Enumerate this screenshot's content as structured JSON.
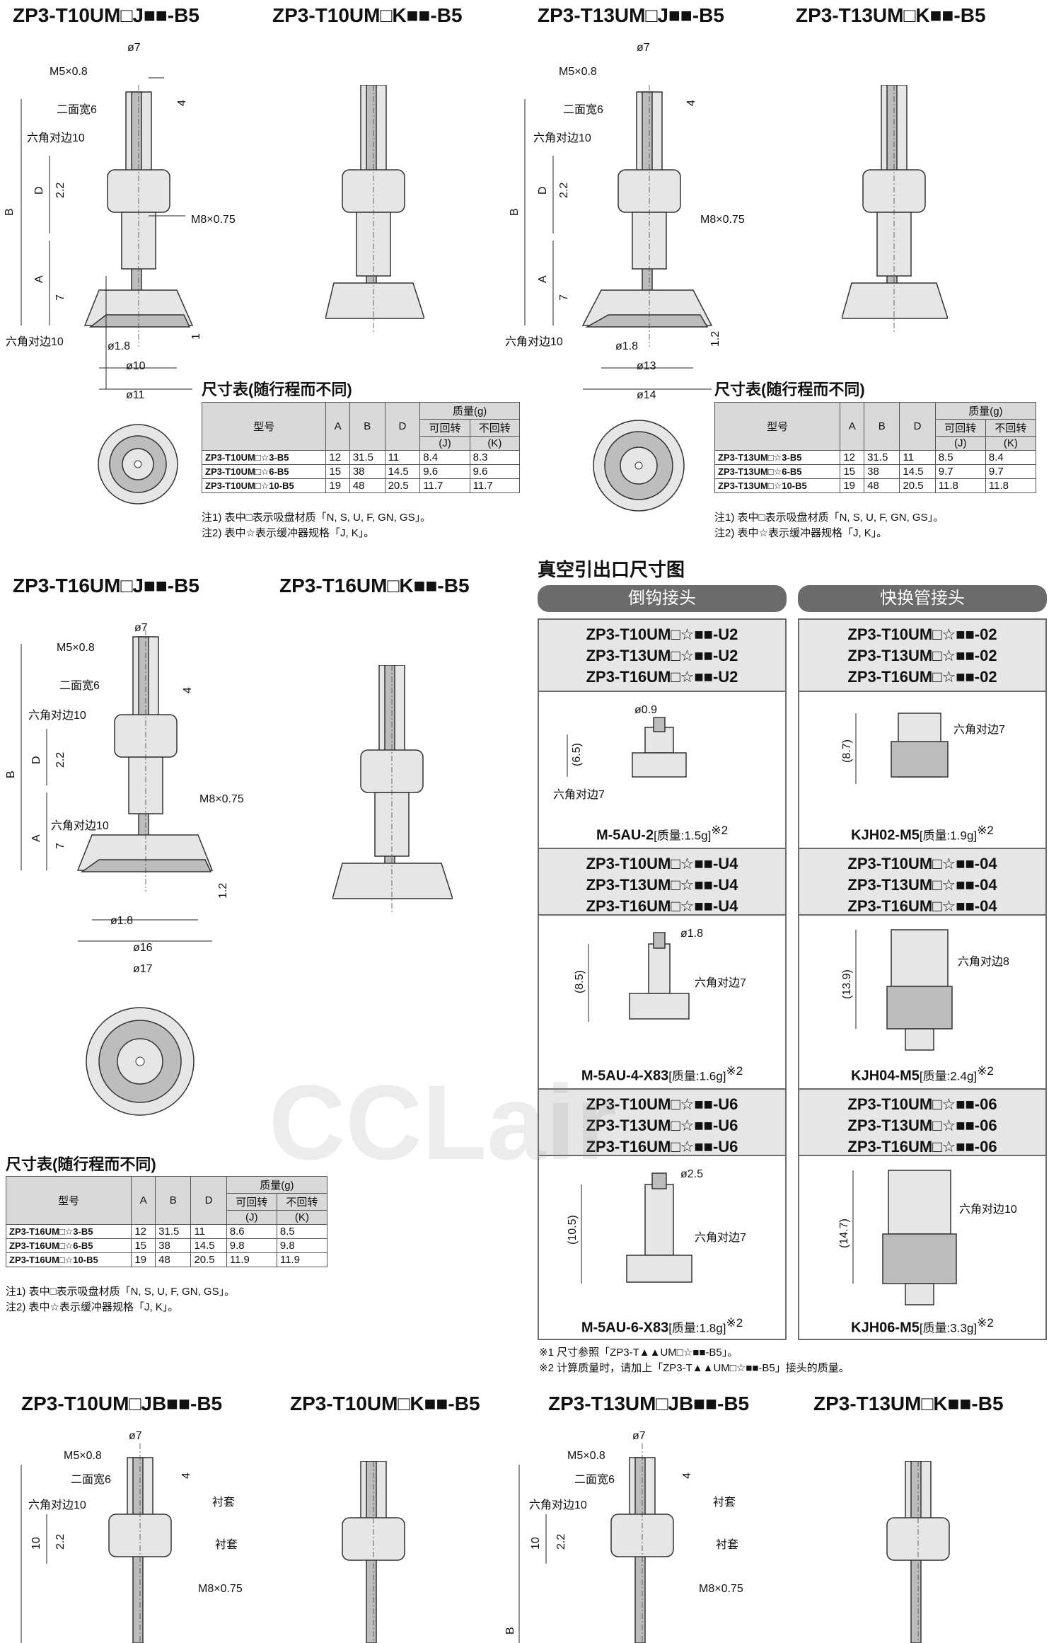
{
  "titles": {
    "t10_j": "ZP3-T10UM□J■■-B5",
    "t10_k": "ZP3-T10UM□K■■-B5",
    "t13_j": "ZP3-T13UM□J■■-B5",
    "t13_k": "ZP3-T13UM□K■■-B5",
    "t16_j": "ZP3-T16UM□J■■-B5",
    "t16_k": "ZP3-T16UM□K■■-B5",
    "t10_jb": "ZP3-T10UM□JB■■-B5",
    "t10_k2": "ZP3-T10UM□K■■-B5",
    "t13_jb": "ZP3-T13UM□JB■■-B5",
    "t13_k2": "ZP3-T13UM□K■■-B5"
  },
  "labels": {
    "d7": "ø7",
    "m5": "M5×0.8",
    "flat6": "二面宽6",
    "hex10": "六角对边10",
    "m8": "M8×0.75",
    "B": "B",
    "D": "D",
    "A": "A",
    "four": "4",
    "twotwo": "2.2",
    "seven": "7",
    "one": "1",
    "onetwo": "1.2",
    "d18": "ø1.8",
    "d10": "ø10",
    "d11": "ø11",
    "d13": "ø13",
    "d14": "ø14",
    "d16": "ø16",
    "d17": "ø17",
    "sleeve": "衬套",
    "ten": "10"
  },
  "table_title": "尺寸表(随行程而不同)",
  "table_headers": {
    "model": "型号",
    "A": "A",
    "B": "B",
    "D": "D",
    "mass": "质量(g)",
    "j": "可回转",
    "k": "不回转",
    "jl": "(J)",
    "kl": "(K)"
  },
  "table_t10": [
    [
      "ZP3-T10UM□☆3-B5",
      "12",
      "31.5",
      "11",
      "8.4",
      "8.3"
    ],
    [
      "ZP3-T10UM□☆6-B5",
      "15",
      "38",
      "14.5",
      "9.6",
      "9.6"
    ],
    [
      "ZP3-T10UM□☆10-B5",
      "19",
      "48",
      "20.5",
      "11.7",
      "11.7"
    ]
  ],
  "table_t13": [
    [
      "ZP3-T13UM□☆3-B5",
      "12",
      "31.5",
      "11",
      "8.5",
      "8.4"
    ],
    [
      "ZP3-T13UM□☆6-B5",
      "15",
      "38",
      "14.5",
      "9.7",
      "9.7"
    ],
    [
      "ZP3-T13UM□☆10-B5",
      "19",
      "48",
      "20.5",
      "11.8",
      "11.8"
    ]
  ],
  "table_t16": [
    [
      "ZP3-T16UM□☆3-B5",
      "12",
      "31.5",
      "11",
      "8.6",
      "8.5"
    ],
    [
      "ZP3-T16UM□☆6-B5",
      "15",
      "38",
      "14.5",
      "9.8",
      "9.8"
    ],
    [
      "ZP3-T16UM□☆10-B5",
      "19",
      "48",
      "20.5",
      "11.9",
      "11.9"
    ]
  ],
  "notes": {
    "n1": "注1) 表中□表示吸盘材质「N, S, U, F, GN, GS」。",
    "n2": "注2) 表中☆表示缓冲器规格「J, K」。"
  },
  "vac": {
    "title": "真空引出口尺寸图",
    "left_hdr": "倒钩接头",
    "right_hdr": "快换管接头",
    "rows": [
      {
        "left_models": [
          "ZP3-T10UM□☆■■-U2",
          "ZP3-T13UM□☆■■-U2",
          "ZP3-T16UM□☆■■-U2"
        ],
        "right_models": [
          "ZP3-T10UM□☆■■-02",
          "ZP3-T13UM□☆■■-02",
          "ZP3-T16UM□☆■■-02"
        ],
        "left_fit": "M-5AU-2",
        "left_w": "[质量:1.5g]",
        "left_ref": "※2",
        "right_fit": "KJH02-M5",
        "right_w": "[质量:1.9g]",
        "right_ref": "※2",
        "left_dims": [
          "ø0.9",
          "(6.5)",
          "六角对边7"
        ],
        "right_dims": [
          "(8.7)",
          "六角对边7"
        ]
      },
      {
        "left_models": [
          "ZP3-T10UM□☆■■-U4",
          "ZP3-T13UM□☆■■-U4",
          "ZP3-T16UM□☆■■-U4"
        ],
        "right_models": [
          "ZP3-T10UM□☆■■-04",
          "ZP3-T13UM□☆■■-04",
          "ZP3-T16UM□☆■■-04"
        ],
        "left_fit": "M-5AU-4-X83",
        "left_w": "[质量:1.6g]",
        "left_ref": "※2",
        "right_fit": "KJH04-M5",
        "right_w": "[质量:2.4g]",
        "right_ref": "※2",
        "left_dims": [
          "ø1.8",
          "(8.5)",
          "六角对边7"
        ],
        "right_dims": [
          "(13.9)",
          "六角对边8"
        ]
      },
      {
        "left_models": [
          "ZP3-T10UM□☆■■-U6",
          "ZP3-T13UM□☆■■-U6",
          "ZP3-T16UM□☆■■-U6"
        ],
        "right_models": [
          "ZP3-T10UM□☆■■-06",
          "ZP3-T13UM□☆■■-06",
          "ZP3-T16UM□☆■■-06"
        ],
        "left_fit": "M-5AU-6-X83",
        "left_w": "[质量:1.8g]",
        "left_ref": "※2",
        "right_fit": "KJH06-M5",
        "right_w": "[质量:3.3g]",
        "right_ref": "※2",
        "left_dims": [
          "ø2.5",
          "(10.5)",
          "六角对边7"
        ],
        "right_dims": [
          "(14.7)",
          "六角对边10"
        ]
      }
    ],
    "foot1": "※1 尺寸参照「ZP3-T▲▲UM□☆■■-B5」。",
    "foot2": "※2 计算质量时，请加上「ZP3-T▲▲UM□☆■■-B5」接头的质量。"
  },
  "watermark": "CCLair"
}
